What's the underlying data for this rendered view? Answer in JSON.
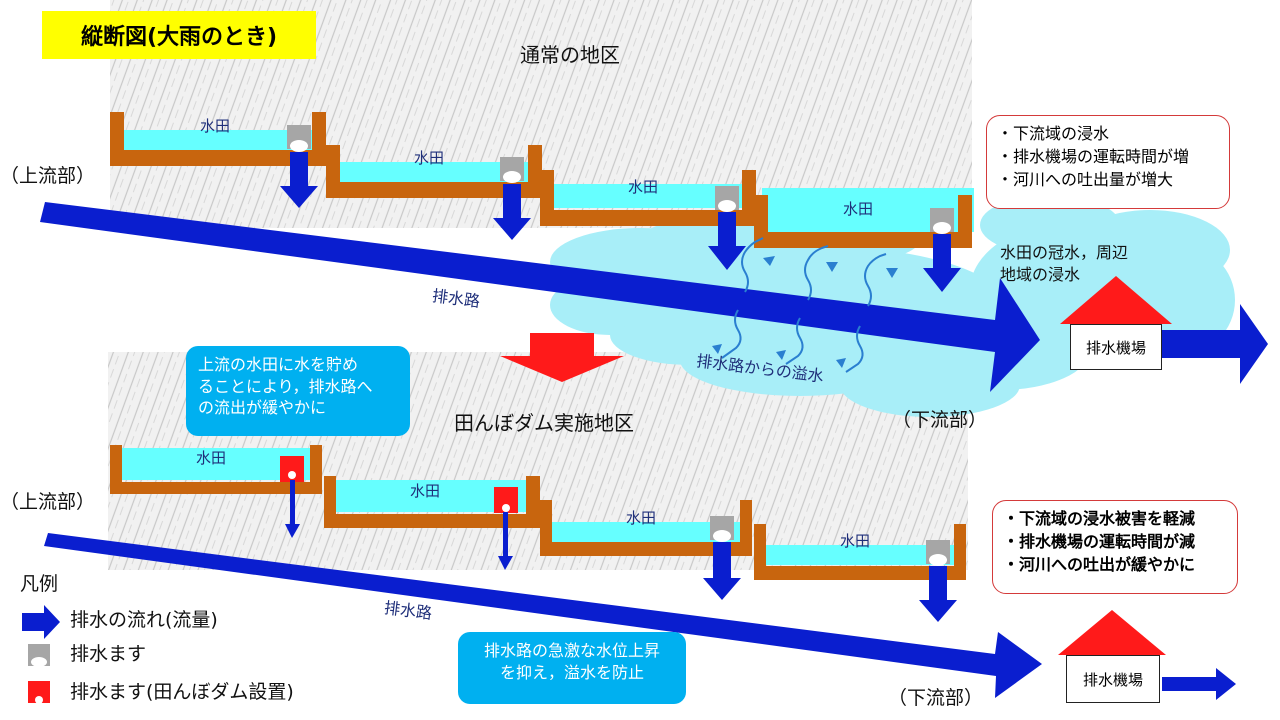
{
  "title": "縦断図(大雨のとき)",
  "top_section": {
    "heading": "通常の地区",
    "upstream": "（上流部）",
    "downstream": "（下流部）",
    "paddy_label": "水田",
    "channel_label": "排水路",
    "flood_label_line1": "水田の冠水，周辺",
    "flood_label_line2": "地域の浸水",
    "overflow_label": "排水路からの溢水",
    "pump_station": "排水機場",
    "notes": [
      "・下流域の浸水",
      "・排水機場の運転時間が増",
      "・河川への吐出量が増大"
    ]
  },
  "bottom_section": {
    "heading": "田んぼダム実施地区",
    "upstream": "（上流部）",
    "downstream": "（下流部）",
    "paddy_label": "水田",
    "channel_label": "排水路",
    "pump_station": "排水機場",
    "callout_upper": [
      "上流の水田に水を貯め",
      "ることにより，排水路へ",
      "の流出が緩やかに"
    ],
    "callout_lower": [
      "排水路の急激な水位上昇",
      "を抑え，溢水を防止"
    ],
    "notes": [
      "・下流域の浸水被害を軽減",
      "・排水機場の運転時間が減",
      "・河川への吐出が緩やかに"
    ]
  },
  "legend": {
    "title": "凡例",
    "items": [
      {
        "icon": "blue-arrow-icon",
        "label": "排水の流れ(流量)"
      },
      {
        "icon": "gray-drain-box-icon",
        "label": "排水ます"
      },
      {
        "icon": "red-drain-box-icon",
        "label": "排水ます(田んぼダム設置)"
      }
    ]
  },
  "colors": {
    "title_bg": "#ffff00",
    "water": "#66ffff",
    "soil": "#c8650e",
    "arrow": "#0a1ecf",
    "flood": "#a8eef8",
    "callout": "#00b0f0",
    "roof": "#ff1a1a",
    "note_border": "#d43a3a"
  }
}
